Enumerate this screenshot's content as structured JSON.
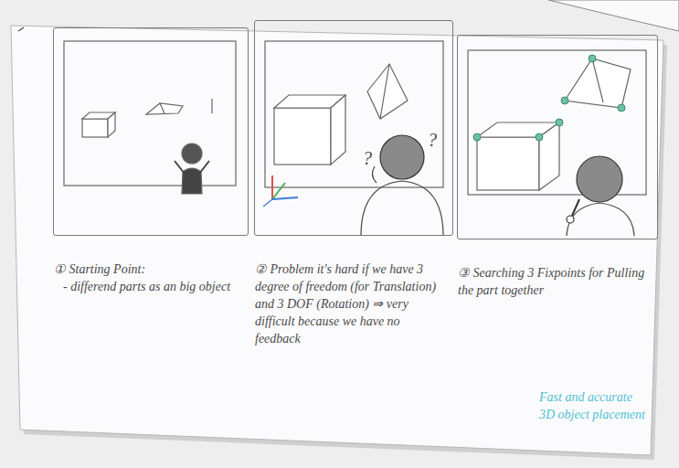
{
  "diagram": {
    "nodes": [
      {
        "text": [
          "① Starting Point:",
          "- differend parts as an big object"
        ]
      },
      {
        "text": [
          "② Problem it's hard if we have 3 degree of freedom (for Translation) and 3 DOF (Rotation) ⇒ very difficult because we have no feedback"
        ]
      },
      {
        "text": [
          "③ Searching 3 Fixpoints for Pulling the part together"
        ]
      }
    ],
    "labels": [
      "?",
      "?",
      "Fast and accurate 3D object placement"
    ]
  }
}
